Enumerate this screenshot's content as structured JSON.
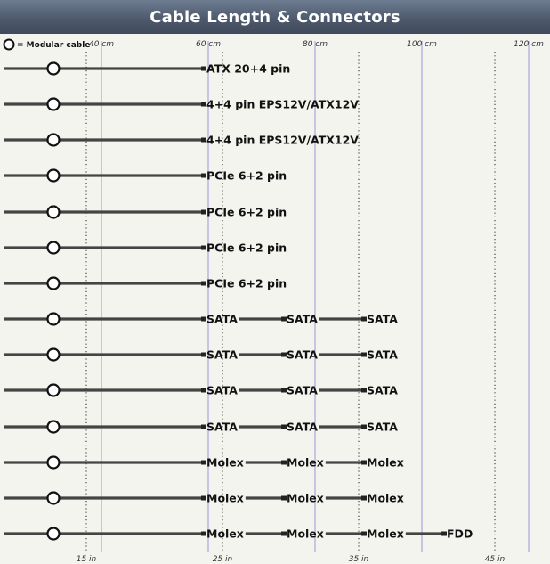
{
  "title": "Cable Length & Connectors",
  "legend": {
    "icon": "modular-connector-circle-icon",
    "text": "= Modular cable"
  },
  "colors": {
    "cable": "#444444",
    "cm_grid": "#9a95d8",
    "in_grid": "#222222",
    "title_bg": "#4e5a6d"
  },
  "chart_data": {
    "type": "diagram",
    "top_axis": {
      "unit": "cm",
      "ticks": [
        {
          "value": 40,
          "label": "40 cm"
        },
        {
          "value": 60,
          "label": "60 cm"
        },
        {
          "value": 80,
          "label": "80 cm"
        },
        {
          "value": 100,
          "label": "100 cm"
        },
        {
          "value": 120,
          "label": "120 cm"
        }
      ]
    },
    "bottom_axis": {
      "unit": "in",
      "ticks": [
        {
          "value": 15,
          "label": "15 in"
        },
        {
          "value": 25,
          "label": "25 in"
        },
        {
          "value": 35,
          "label": "35 in"
        },
        {
          "value": 45,
          "label": "45 in"
        }
      ]
    },
    "cables": [
      {
        "modular": true,
        "connectors": [
          {
            "label": "ATX 20+4 pin",
            "cm": 60
          }
        ]
      },
      {
        "modular": true,
        "connectors": [
          {
            "label": "4+4 pin EPS12V/ATX12V",
            "cm": 60
          }
        ]
      },
      {
        "modular": true,
        "connectors": [
          {
            "label": "4+4 pin EPS12V/ATX12V",
            "cm": 60
          }
        ]
      },
      {
        "modular": true,
        "connectors": [
          {
            "label": "PCIe 6+2 pin",
            "cm": 60
          }
        ]
      },
      {
        "modular": true,
        "connectors": [
          {
            "label": "PCIe 6+2 pin",
            "cm": 60
          }
        ]
      },
      {
        "modular": true,
        "connectors": [
          {
            "label": "PCIe 6+2 pin",
            "cm": 60
          }
        ]
      },
      {
        "modular": true,
        "connectors": [
          {
            "label": "PCIe 6+2 pin",
            "cm": 60
          }
        ]
      },
      {
        "modular": true,
        "connectors": [
          {
            "label": "SATA",
            "cm": 60
          },
          {
            "label": "SATA",
            "cm": 75
          },
          {
            "label": "SATA",
            "cm": 90
          }
        ]
      },
      {
        "modular": true,
        "connectors": [
          {
            "label": "SATA",
            "cm": 60
          },
          {
            "label": "SATA",
            "cm": 75
          },
          {
            "label": "SATA",
            "cm": 90
          }
        ]
      },
      {
        "modular": true,
        "connectors": [
          {
            "label": "SATA",
            "cm": 60
          },
          {
            "label": "SATA",
            "cm": 75
          },
          {
            "label": "SATA",
            "cm": 90
          }
        ]
      },
      {
        "modular": true,
        "connectors": [
          {
            "label": "SATA",
            "cm": 60
          },
          {
            "label": "SATA",
            "cm": 75
          },
          {
            "label": "SATA",
            "cm": 90
          }
        ]
      },
      {
        "modular": true,
        "connectors": [
          {
            "label": "Molex",
            "cm": 60
          },
          {
            "label": "Molex",
            "cm": 75
          },
          {
            "label": "Molex",
            "cm": 90
          }
        ]
      },
      {
        "modular": true,
        "connectors": [
          {
            "label": "Molex",
            "cm": 60
          },
          {
            "label": "Molex",
            "cm": 75
          },
          {
            "label": "Molex",
            "cm": 90
          }
        ]
      },
      {
        "modular": true,
        "connectors": [
          {
            "label": "Molex",
            "cm": 60
          },
          {
            "label": "Molex",
            "cm": 75
          },
          {
            "label": "Molex",
            "cm": 90
          },
          {
            "label": "FDD",
            "cm": 105
          }
        ]
      }
    ]
  }
}
